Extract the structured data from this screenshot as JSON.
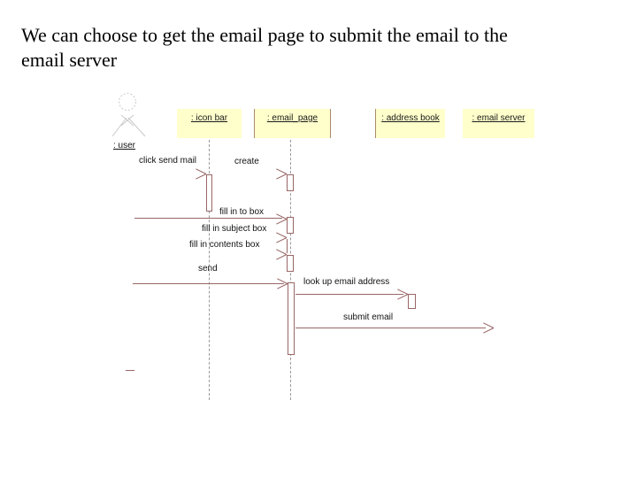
{
  "title": {
    "line1": "We can choose to get the email page to submit the email to the",
    "line2": "email server"
  },
  "diagram": {
    "type": "uml-sequence",
    "objects": [
      {
        "id": "user",
        "label": ": user",
        "kind": "actor"
      },
      {
        "id": "icon-bar",
        "label": ": icon bar",
        "kind": "object"
      },
      {
        "id": "email-page",
        "label": ": email_page",
        "kind": "object"
      },
      {
        "id": "address-book",
        "label": ": address book",
        "kind": "object"
      },
      {
        "id": "email-server",
        "label": ": email server",
        "kind": "object"
      }
    ],
    "messages": [
      {
        "label": "click send mail",
        "from": "user",
        "to": "icon-bar"
      },
      {
        "label": "create",
        "from": "icon-bar",
        "to": "email-page"
      },
      {
        "label": "fill in to box",
        "from": "user",
        "to": "email-page"
      },
      {
        "label": "fill in subject box",
        "from": "user",
        "to": "email-page"
      },
      {
        "label": "fill in contents box",
        "from": "user",
        "to": "email-page"
      },
      {
        "label": "send",
        "from": "user",
        "to": "email-page"
      },
      {
        "label": "look up email address",
        "from": "email-page",
        "to": "address-book"
      },
      {
        "label": "submit email",
        "from": "email-page",
        "to": "email-server"
      }
    ],
    "colors": {
      "box_fill": "#ffffcc",
      "box_border": "#a98a6a",
      "message_line": "#996666",
      "lifeline": "#9a9a9a",
      "actor_outline": "#c9c9c9",
      "text": "#1a1a1a",
      "background": "#ffffff"
    }
  }
}
